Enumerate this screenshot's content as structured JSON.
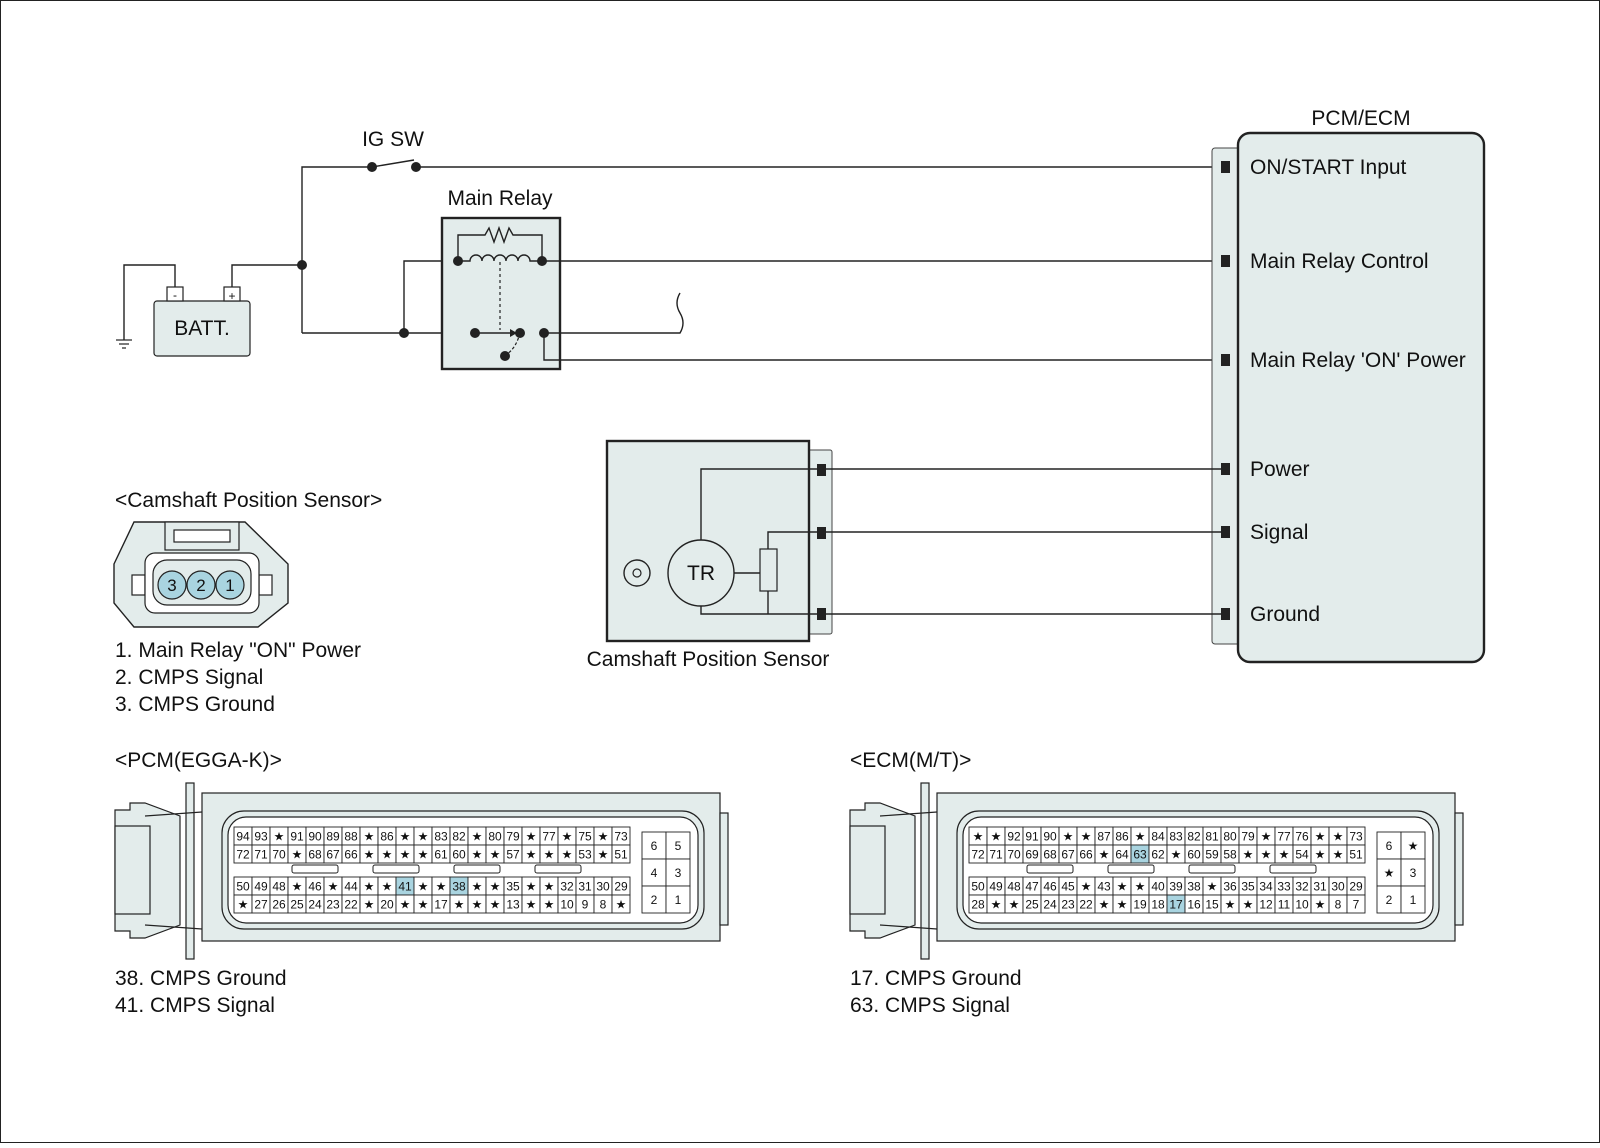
{
  "colors": {
    "panel": "#e3eceb",
    "highlight": "#a9d4e0",
    "line": "#222222"
  },
  "labels": {
    "ig_sw": "IG SW",
    "main_relay": "Main Relay",
    "battery": "BATT.",
    "battery_neg": "-",
    "battery_pos": "+",
    "pcm_ecm": "PCM/ECM",
    "sensor_title": "<Camshaft Position Sensor>",
    "sensor_caption": "Camshaft Position Sensor",
    "tr": "TR",
    "pcm_title": "<PCM(EGGA-K)>",
    "ecm_title": "<ECM(M/T)>"
  },
  "pcm_ecm_pins": [
    "ON/START Input",
    "Main Relay Control",
    "Main Relay 'ON' Power",
    "Power",
    "Signal",
    "Ground"
  ],
  "sensor_connector_pins": [
    "3",
    "2",
    "1"
  ],
  "sensor_pin_list": [
    "1. Main Relay \"ON\" Power",
    "2. CMPS Signal",
    "3. CMPS Ground"
  ],
  "pcm_connector": {
    "rows": [
      [
        "94",
        "93",
        "★",
        "91",
        "90",
        "89",
        "88",
        "★",
        "86",
        "★",
        "★",
        "83",
        "82",
        "★",
        "80",
        "79",
        "★",
        "77",
        "★",
        "75",
        "★",
        "73"
      ],
      [
        "72",
        "71",
        "70",
        "★",
        "68",
        "67",
        "66",
        "★",
        "★",
        "★",
        "★",
        "61",
        "60",
        "★",
        "★",
        "57",
        "★",
        "★",
        "★",
        "53",
        "★",
        "51"
      ],
      [
        "50",
        "49",
        "48",
        "★",
        "46",
        "★",
        "44",
        "★",
        "★",
        "41",
        "★",
        "★",
        "38",
        "★",
        "★",
        "35",
        "★",
        "★",
        "32",
        "31",
        "30",
        "29"
      ],
      [
        "★",
        "27",
        "26",
        "25",
        "24",
        "23",
        "22",
        "★",
        "20",
        "★",
        "★",
        "17",
        "★",
        "★",
        "★",
        "13",
        "★",
        "★",
        "10",
        "9",
        "8",
        "★"
      ]
    ],
    "side": [
      [
        "6",
        "5"
      ],
      [
        "4",
        "3"
      ],
      [
        "2",
        "1"
      ]
    ],
    "highlight": [
      "41",
      "38"
    ],
    "notes": [
      "38. CMPS Ground",
      "41. CMPS Signal"
    ]
  },
  "ecm_connector": {
    "rows": [
      [
        "★",
        "★",
        "92",
        "91",
        "90",
        "★",
        "★",
        "87",
        "86",
        "★",
        "84",
        "83",
        "82",
        "81",
        "80",
        "79",
        "★",
        "77",
        "76",
        "★",
        "★",
        "73"
      ],
      [
        "72",
        "71",
        "70",
        "69",
        "68",
        "67",
        "66",
        "★",
        "64",
        "63",
        "62",
        "★",
        "60",
        "59",
        "58",
        "★",
        "★",
        "★",
        "54",
        "★",
        "★",
        "51"
      ],
      [
        "50",
        "49",
        "48",
        "47",
        "46",
        "45",
        "★",
        "43",
        "★",
        "★",
        "40",
        "39",
        "38",
        "★",
        "36",
        "35",
        "34",
        "33",
        "32",
        "31",
        "30",
        "29"
      ],
      [
        "28",
        "★",
        "★",
        "25",
        "24",
        "23",
        "22",
        "★",
        "★",
        "19",
        "18",
        "17",
        "16",
        "15",
        "★",
        "★",
        "12",
        "11",
        "10",
        "★",
        "8",
        "7"
      ]
    ],
    "side": [
      [
        "6",
        "★"
      ],
      [
        "★",
        "3"
      ],
      [
        "2",
        "1"
      ]
    ],
    "highlight": [
      "63",
      "17"
    ],
    "notes": [
      "17. CMPS Ground",
      "63. CMPS Signal"
    ]
  }
}
